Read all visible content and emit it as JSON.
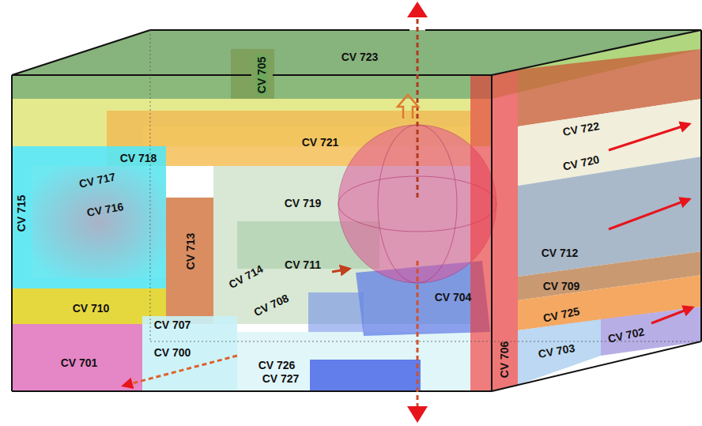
{
  "diagram": {
    "labels": [
      "CV 705",
      "CV 723",
      "CV 722",
      "CV 721",
      "CV 718",
      "CV 720",
      "CV 717",
      "CV 716",
      "CV 715",
      "CV 719",
      "CV 713",
      "CV 712",
      "CV 714",
      "CV 711",
      "CV 709",
      "CV 704",
      "CV 710",
      "CV 708",
      "CV 725",
      "CV 707",
      "CV 706",
      "CV 702",
      "CV 703",
      "CV 701",
      "CV 700",
      "CV 726",
      "CV 727"
    ]
  }
}
